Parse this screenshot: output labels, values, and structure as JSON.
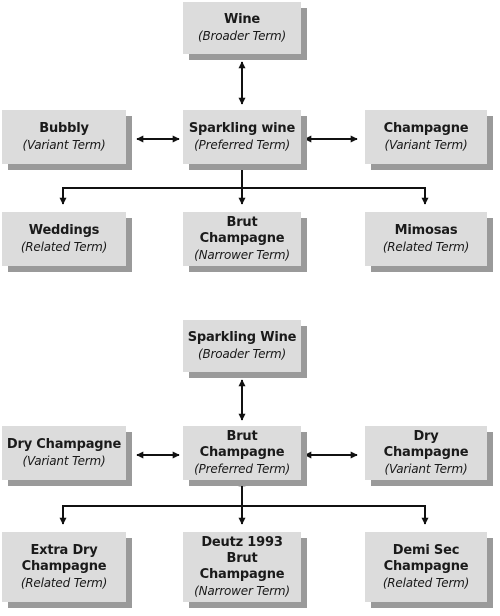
{
  "diagrams": [
    {
      "nodes": {
        "top": {
          "title": "Wine",
          "role": "(Broader Term)"
        },
        "left": {
          "title": "Bubbly",
          "role": "(Variant Term)"
        },
        "center": {
          "title": "Sparkling wine",
          "role": "(Preferred Term)"
        },
        "right": {
          "title": "Champagne",
          "role": "(Variant Term)"
        },
        "bl": {
          "title": "Weddings",
          "role": "(Related Term)"
        },
        "bc": {
          "title": "Brut Champagne",
          "role": "(Narrower Term)"
        },
        "br": {
          "title": "Mimosas",
          "role": "(Related Term)"
        }
      }
    },
    {
      "nodes": {
        "top": {
          "title": "Sparkling Wine",
          "role": "(Broader Term)"
        },
        "left": {
          "title": "Dry Champagne",
          "role": "(Variant Term)"
        },
        "center": {
          "title": "Brut Champagne",
          "role": "(Preferred Term)"
        },
        "right": {
          "title": "Dry Champagne",
          "role": "(Variant Term)"
        },
        "bl": {
          "title": "Extra Dry Champagne",
          "role": "(Related Term)"
        },
        "bc": {
          "title": "Deutz 1993 Brut Champagne",
          "role": "(Narrower Term)"
        },
        "br": {
          "title": "Demi Sec Champagne",
          "role": "(Related Term)"
        }
      }
    }
  ]
}
